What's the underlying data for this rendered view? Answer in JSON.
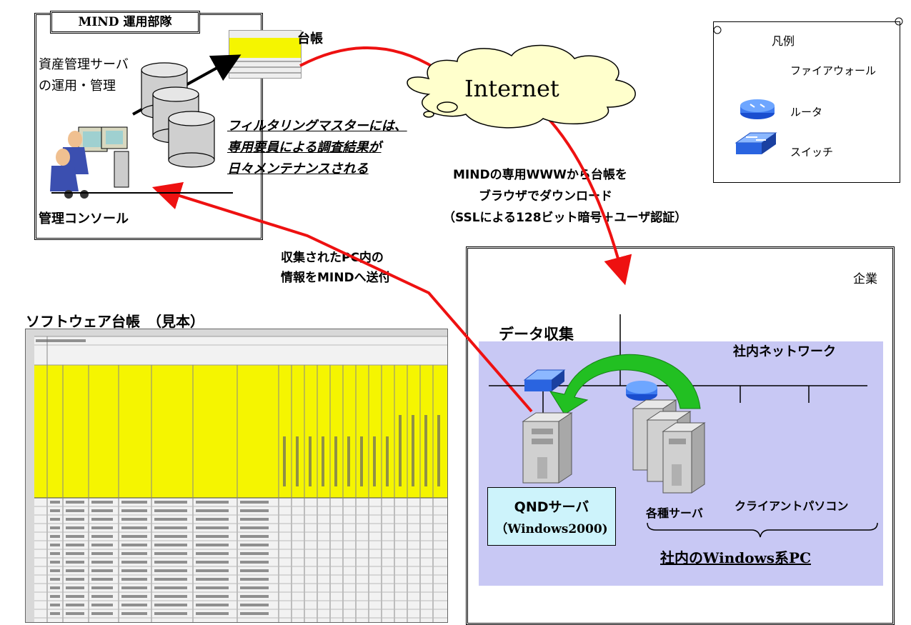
{
  "mind": {
    "title": "MIND 運用部隊",
    "ledger": "台帳",
    "asset_line1": "資産管理サーバ",
    "asset_line2": "の運用・管理",
    "filter_line1": "フィルタリングマスターには、",
    "filter_line2": "専用要員による調査結果が",
    "filter_line3": "日々メンテナンスされる",
    "console": "管理コンソール"
  },
  "internet": {
    "label": "Internet"
  },
  "legend": {
    "title": "凡例",
    "items": [
      {
        "label": "ファイアウォール",
        "icon": "firewall-icon"
      },
      {
        "label": "ルータ",
        "icon": "router-icon"
      },
      {
        "label": "スイッチ",
        "icon": "switch-icon"
      }
    ]
  },
  "download": {
    "line1": "MINDの専用WWWから台帳を",
    "line2": "ブラウザでダウンロード",
    "line3": "（SSLによる128ビット暗号＋ユーザ認証）"
  },
  "send": {
    "line1": "収集されたPC内の",
    "line2": "情報をMINDへ送付"
  },
  "enterprise": {
    "label": "企業",
    "data_collect": "データ収集",
    "network": "社内ネットワーク",
    "qnd_line1": "QNDサーバ",
    "qnd_line2": "（Windows2000)",
    "servers": "各種サーバ",
    "clients": "クライアントパソコン",
    "windows_pc": "社内のWindows系PC"
  },
  "sheet": {
    "title": "ソフトウェア台帳　（見本）"
  },
  "colors": {
    "arrow_red": "#ee1111",
    "lan_bg": "#c8c8f4",
    "qnd_bg": "#cdf3fb",
    "curved_arrow": "#22c022",
    "sheet_yellow": "#f5f500"
  }
}
